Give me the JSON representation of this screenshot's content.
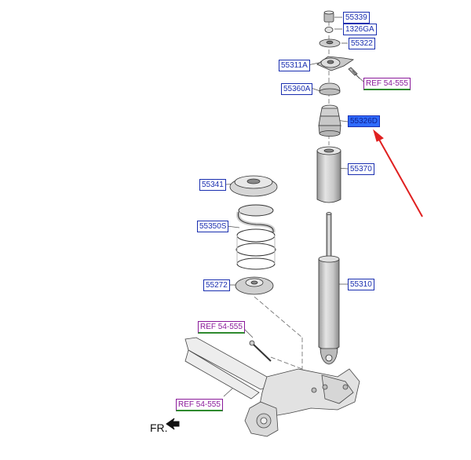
{
  "labels": {
    "p55339": "55339",
    "p1326ga": "1326GA",
    "p55322": "55322",
    "p55311a": "55311A",
    "ref_top": "REF 54-555",
    "p55360a": "55360A",
    "p55326d": "55326D",
    "p55370": "55370",
    "p55341": "55341",
    "p55350s": "55350S",
    "p55272": "55272",
    "p55310": "55310",
    "ref_mid": "REF 54-555",
    "ref_bottom": "REF 54-555",
    "front": "FR."
  },
  "colors": {
    "label_text": "#1a2fb0",
    "ref_text": "#8a1a9a",
    "ref_underline": "#2f8a2f",
    "highlight": "#2f6bff",
    "arrow": "#e02020",
    "part_fill": "#dcdcdc",
    "outline": "#3a3a3a"
  },
  "icons": {
    "front_arrow": "arrow-icon",
    "pointer": "red-arrow-icon"
  }
}
